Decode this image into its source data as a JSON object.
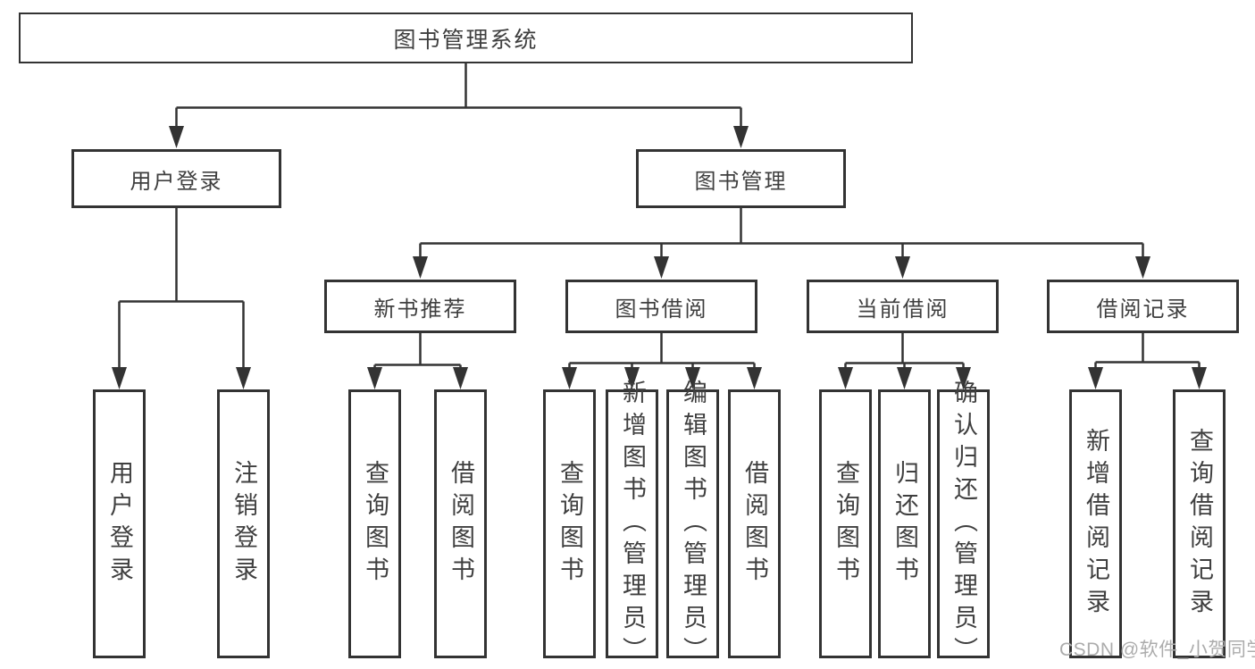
{
  "diagram": {
    "root": {
      "label": "图书管理系统"
    },
    "branches": [
      {
        "label": "用户登录",
        "children": [
          {
            "label": "用户登录"
          },
          {
            "label": "注销登录"
          }
        ]
      },
      {
        "label": "图书管理",
        "children": [
          {
            "label": "新书推荐",
            "children": [
              {
                "label": "查询图书"
              },
              {
                "label": "借阅图书"
              }
            ]
          },
          {
            "label": "图书借阅",
            "children": [
              {
                "label": "查询图书"
              },
              {
                "label": "新增图书（管理员）"
              },
              {
                "label": "编辑图书（管理员）"
              },
              {
                "label": "借阅图书"
              }
            ]
          },
          {
            "label": "当前借阅",
            "children": [
              {
                "label": "查询图书"
              },
              {
                "label": "归还图书"
              },
              {
                "label": "确认归还（管理员）"
              }
            ]
          },
          {
            "label": "借阅记录",
            "children": [
              {
                "label": "新增借阅记录"
              },
              {
                "label": "查询借阅记录"
              }
            ]
          }
        ]
      }
    ],
    "colors": {
      "line": "#333333",
      "box_border": "#333333",
      "box_background": "#ffffff",
      "text": "#3f3f3f",
      "watermark": "#acacac"
    }
  },
  "watermark": {
    "text": "CSDN @软件_小贺同学"
  }
}
